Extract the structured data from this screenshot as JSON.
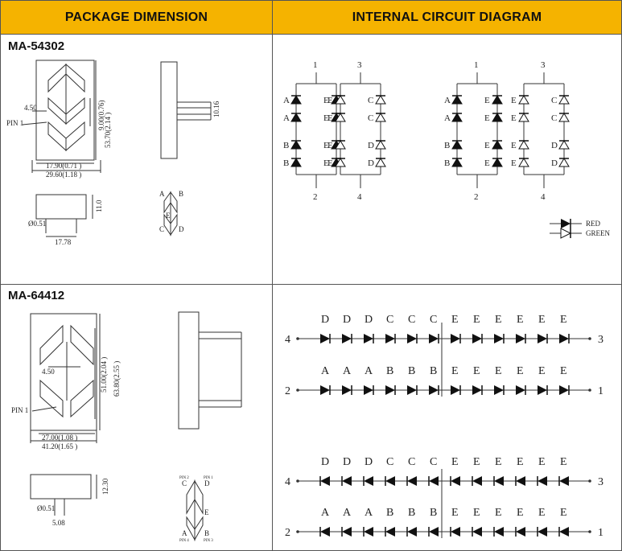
{
  "headers": {
    "left": "PACKAGE DIMENSION",
    "right": "INTERNAL CIRCUIT DIAGRAM"
  },
  "models": {
    "top": "MA-54302",
    "bottom": "MA-64412"
  },
  "top_dims": {
    "d_450": "4.50",
    "pin1": "PIN 1",
    "d_900": "9.00(0.76)",
    "d_5370": "53.70(2.14 )",
    "d_1790": "17.90(0.71 )",
    "d_2960": "29.60(1.18 )",
    "d_1016": "10.16",
    "d_051": "Ø0.51",
    "d_1778": "17.78",
    "d_110": "11.0",
    "seg_a": "A",
    "seg_b": "B",
    "seg_c": "C",
    "seg_d": "D",
    "seg_e": "E"
  },
  "top_circuit": {
    "pin_1": "1",
    "pin_2": "2",
    "pin_3": "3",
    "pin_4": "4",
    "a": "A",
    "b": "B",
    "c": "C",
    "d": "D",
    "e": "E",
    "legend_red": "RED",
    "legend_green": "GREEN"
  },
  "bottom_dims": {
    "d_450": "4.50",
    "pin1": "PIN 1",
    "d_5100": "51.00(2.04 )",
    "d_6380": "63.80(2.55 )",
    "d_2700": "27.00(1.08 )",
    "d_4120": "41.20(1.65 )",
    "d_1230": "12.30",
    "d_051": "Ø0.51",
    "d_508": "5.08",
    "seg_c": "C",
    "seg_d": "D",
    "seg_e": "E",
    "seg_a": "A",
    "seg_b": "B",
    "pin2_lbl": "PIN 2",
    "pin1_lbl": "PIN 1",
    "pin4_lbl": "PIN 4",
    "pin3_lbl": "PIN 3"
  },
  "bottom_circuit": {
    "row1_labels": [
      "D",
      "D",
      "D",
      "C",
      "C",
      "C",
      "E",
      "E",
      "E",
      "E",
      "E",
      "E"
    ],
    "row2_labels": [
      "A",
      "A",
      "A",
      "B",
      "B",
      "B",
      "E",
      "E",
      "E",
      "E",
      "E",
      "E"
    ],
    "pin_4": "4",
    "pin_3": "3",
    "pin_2": "2",
    "pin_1": "1"
  }
}
